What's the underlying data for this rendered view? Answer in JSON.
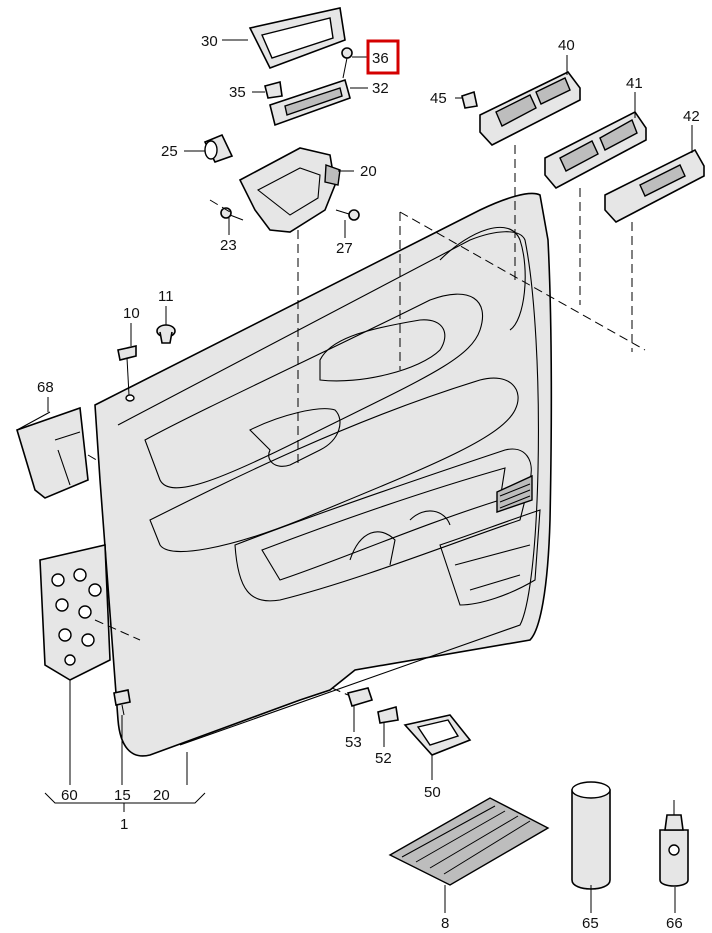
{
  "labels": {
    "p30": "30",
    "p36": "36",
    "p35": "35",
    "p32": "32",
    "p25": "25",
    "p20a": "20",
    "p23": "23",
    "p27": "27",
    "p40": "40",
    "p45": "45",
    "p41": "41",
    "p42": "42",
    "p10": "10",
    "p11": "11",
    "p68": "68",
    "p60": "60",
    "p15": "15",
    "p20b": "20",
    "p1": "1",
    "p53": "53",
    "p52": "52",
    "p50": "50",
    "p8": "8",
    "p65": "65",
    "p66": "66"
  },
  "highlighted_part": "36",
  "colors": {
    "highlight": "#d40000",
    "line": "#000000",
    "panel_fill": "#e6e6e6"
  }
}
